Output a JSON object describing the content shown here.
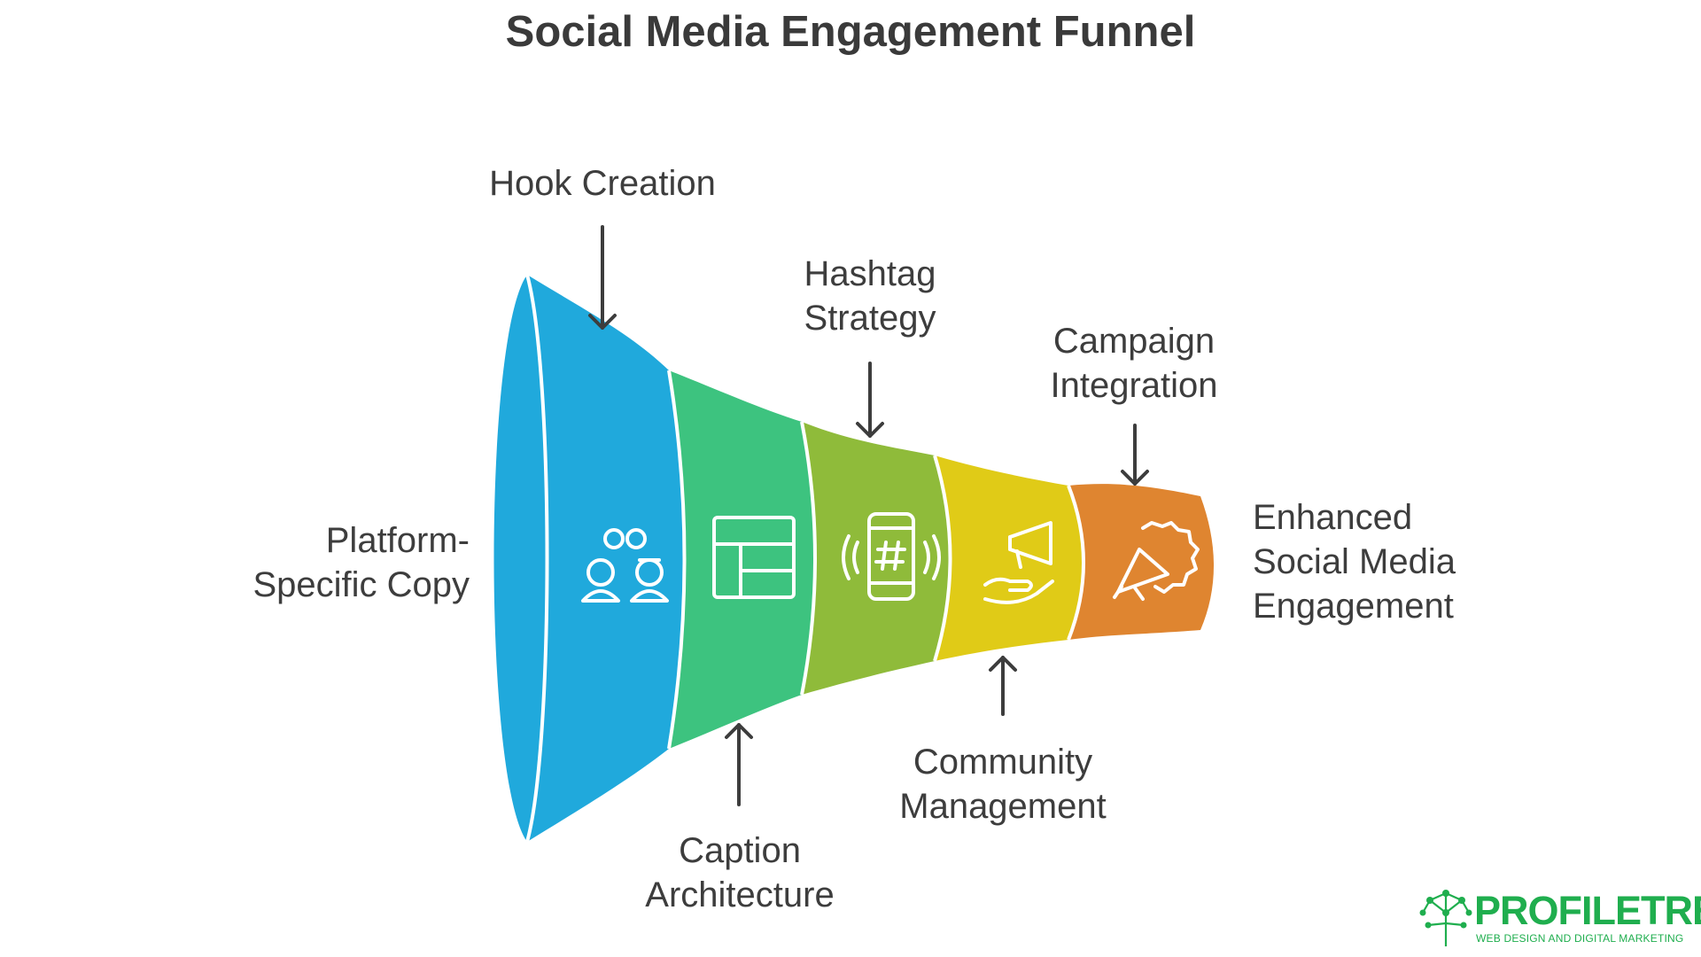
{
  "title": "Social Media Engagement Funnel",
  "stages": [
    {
      "label": "Platform-Specific Copy",
      "lines": [
        "Platform-",
        "Specific Copy"
      ],
      "color": "#20a9dc",
      "icon": "people-link-icon"
    },
    {
      "label": "Hook Creation",
      "lines": [
        "Hook Creation"
      ],
      "color": "#3dc37f",
      "icon": "layout-icon"
    },
    {
      "label": "Caption Architecture",
      "lines": [
        "Caption",
        "Architecture"
      ],
      "color": "#8fbb3a",
      "icon": "phone-hashtag-icon"
    },
    {
      "label": "Hashtag Strategy",
      "lines": [
        "Hashtag",
        "Strategy"
      ],
      "color": "#e0cb17",
      "icon": "hand-megaphone-icon"
    },
    {
      "label": "Community Management",
      "lines": [
        "Community",
        "Management"
      ],
      "color": "#df8530",
      "icon": "megaphone-badge-icon"
    }
  ],
  "callouts": {
    "hook": [
      "Hook Creation"
    ],
    "hashtag": [
      "Hashtag",
      "Strategy"
    ],
    "campaign": [
      "Campaign",
      "Integration"
    ],
    "platform": [
      "Platform-",
      "Specific Copy"
    ],
    "caption": [
      "Caption",
      "Architecture"
    ],
    "community": [
      "Community",
      "Management"
    ],
    "outcome": [
      "Enhanced",
      "Social Media",
      "Engagement"
    ]
  },
  "logo": {
    "name": "PROFILETREE",
    "tagline": "WEB DESIGN AND DIGITAL MARKETING",
    "icon": "tree-network-icon",
    "color": "#1fae4e"
  }
}
